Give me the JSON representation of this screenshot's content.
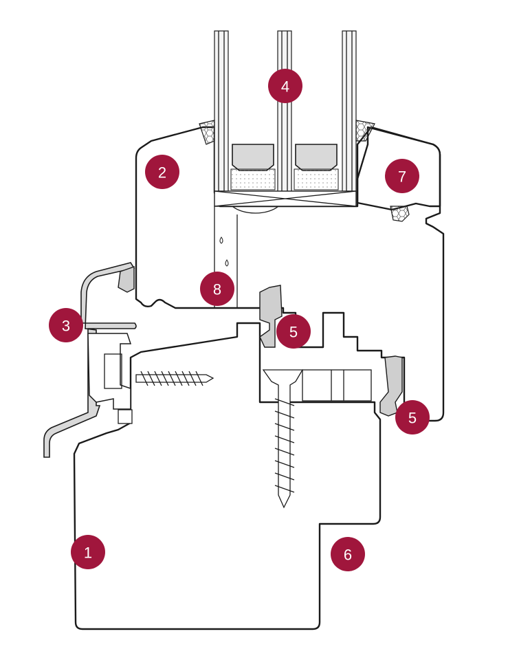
{
  "diagram": {
    "accent_color": "#a0163c",
    "markers": [
      {
        "id": "m1",
        "label": "1"
      },
      {
        "id": "m2",
        "label": "2"
      },
      {
        "id": "m3",
        "label": "3"
      },
      {
        "id": "m4",
        "label": "4"
      },
      {
        "id": "m5a",
        "label": "5"
      },
      {
        "id": "m5b",
        "label": "5"
      },
      {
        "id": "m6",
        "label": "6"
      },
      {
        "id": "m7",
        "label": "7"
      },
      {
        "id": "m8",
        "label": "8"
      }
    ]
  }
}
